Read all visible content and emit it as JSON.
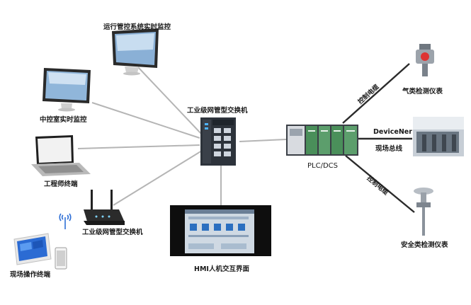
{
  "labels": {
    "ops_monitor": "运行管控系统实时监控",
    "control_room_monitor": "中控室实时监控",
    "engineer_terminal": "工程师终端",
    "router_switch": "工业级网管型交换机",
    "field_terminal": "现场操作终端",
    "main_switch": "工业级网管型交换机",
    "hmi": "HMI人机交互界面",
    "plc": "PLC/DCS",
    "gas_meter": "气类检测仪表",
    "safety_meter": "安全类检测仪表",
    "cable_top": "控制电缆",
    "cable_bottom": "控制电缆",
    "devicenet": "DeviceNer",
    "fieldbus": "现场总线"
  },
  "colors": {
    "line": "#b3b3b3",
    "dark_line": "#2b2b2b",
    "screen_blue": "#1f5fb8",
    "device_dark": "#2c3138"
  }
}
